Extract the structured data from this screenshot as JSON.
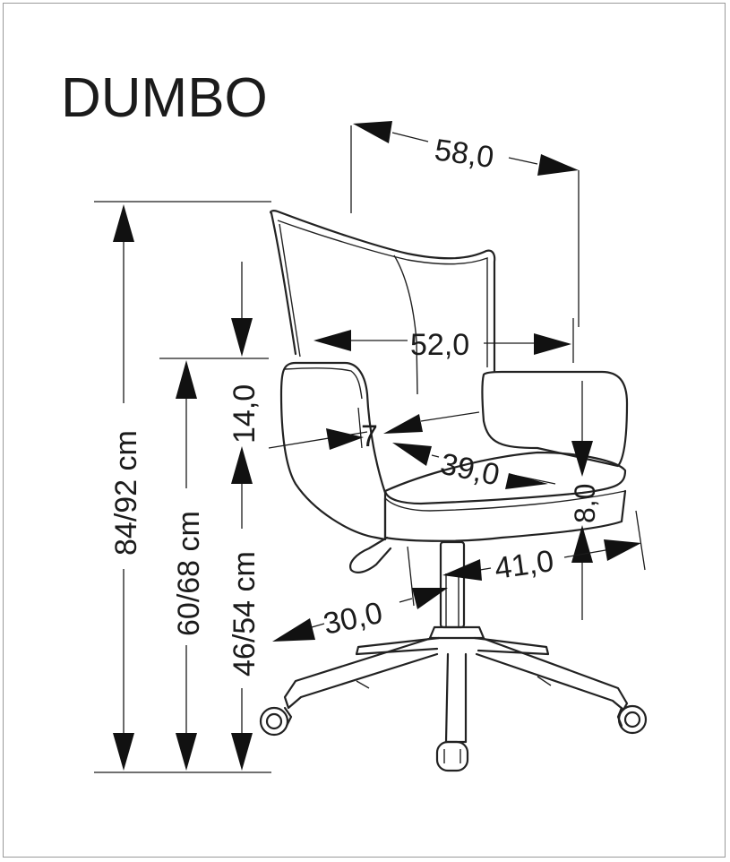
{
  "product": {
    "name": "DUMBO"
  },
  "dimensions": {
    "total_height": "84/92 cm",
    "armrest_height": "60/68 cm",
    "seat_height": "46/54 cm",
    "depth": "58,0",
    "width": "52,0",
    "armrest_to_seat": "14,0",
    "backrest_angle": "7",
    "seat_depth": "39,0",
    "seat_thickness": "8,0",
    "seat_width": "41,0",
    "base_offset": "30,0"
  }
}
